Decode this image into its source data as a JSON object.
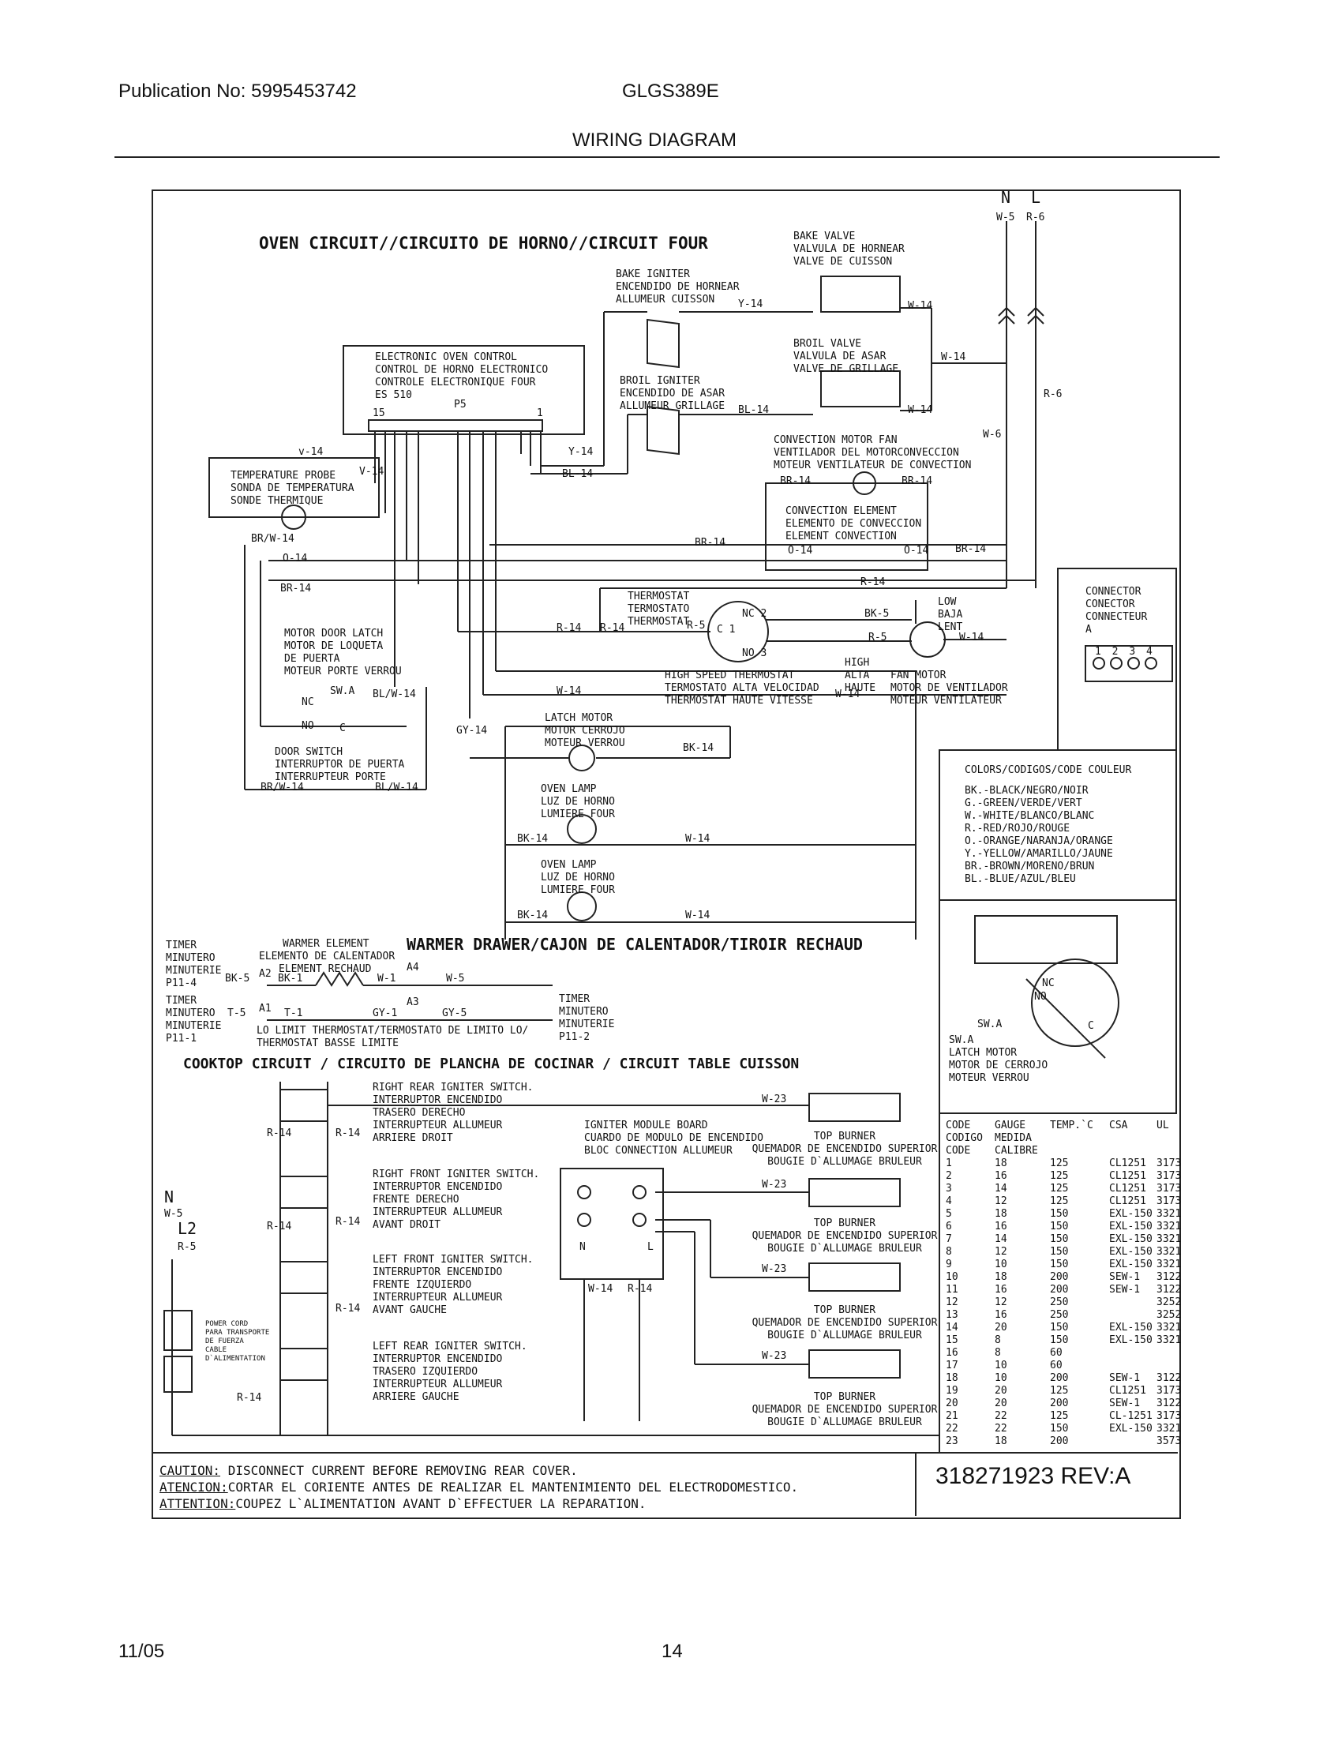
{
  "header": {
    "publication": "Publication No: 5995453742",
    "model": "GLGS389E",
    "title": "WIRING DIAGRAM"
  },
  "footer": {
    "date": "11/05",
    "page": "14"
  },
  "supply": {
    "N": "N",
    "L": "L",
    "n_wire": "W-5",
    "l_wire": "R-6"
  },
  "oven": {
    "title": "OVEN CIRCUIT//CIRCUITO DE HORNO//CIRCUIT FOUR",
    "control": [
      "ELECTRONIC OVEN CONTROL",
      "CONTROL DE HORNO ELECTRONICO",
      "CONTROLE ELECTRONIQUE FOUR",
      "ES 510"
    ],
    "p5": "P5",
    "pin15": "15",
    "pin1": "1",
    "bake_igniter": [
      "BAKE IGNITER",
      "ENCENDIDO DE HORNEAR",
      "ALLUMEUR CUISSON"
    ],
    "bake_valve": [
      "BAKE VALVE",
      "VALVULA DE HORNEAR",
      "VALVE DE CUISSON"
    ],
    "broil_valve": [
      "BROIL VALVE",
      "VALVULA DE ASAR",
      "VALVE DE GRILLAGE"
    ],
    "broil_igniter": [
      "BROIL IGNITER",
      "ENCENDIDO DE ASAR",
      "ALLUMEUR GRILLAGE"
    ],
    "temp_probe": [
      "TEMPERATURE PROBE",
      "SONDA DE TEMPERATURA",
      "SONDE THERMIQUE"
    ],
    "conv_fan": [
      "CONVECTION MOTOR FAN",
      "VENTILADOR DEL MOTORCONVECCION",
      "MOTEUR VENTILATEUR DE CONVECTION"
    ],
    "conv_element": [
      "CONVECTION ELEMENT",
      "ELEMENTO DE CONVECCION",
      "ELEMENT CONVECTION"
    ],
    "thermostat": [
      "THERMOSTAT",
      "TERMOSTATO",
      "THERMOSTAT"
    ],
    "hs_thermostat": [
      "HIGH SPEED THERMOSTAT",
      "TERMOSTATO ALTA VELOCIDAD",
      "THERMOSTAT HAUTE VITESSE"
    ],
    "motor_latch": [
      "MOTOR DOOR LATCH",
      "MOTOR DE LOQUETA",
      "DE PUERTA",
      "MOTEUR PORTE VERROU"
    ],
    "door_switch": [
      "DOOR SWITCH",
      "INTERRUPTOR DE PUERTA",
      "INTERRUPTEUR PORTE"
    ],
    "latch_motor": [
      "LATCH MOTOR",
      "MOTOR CERROJO",
      "MOTEUR VERROU"
    ],
    "oven_lamp": [
      "OVEN LAMP",
      "LUZ DE HORNO",
      "LUMIERE FOUR"
    ],
    "low": [
      "LOW",
      "BAJA",
      "LENT"
    ],
    "high": [
      "HIGH",
      "ALTA",
      "HAUTE"
    ],
    "fan_motor": [
      "FAN MOTOR",
      "MOTOR DE VENTILADOR",
      "MOTEUR VENTILATEUR"
    ],
    "nc": "NC",
    "no": "NO",
    "c": "C",
    "nc2": "NC 2",
    "c1": "C 1",
    "no3": "NO 3",
    "swa": "SW.A"
  },
  "wires": {
    "y14": "Y-14",
    "w14": "W-14",
    "bl14": "BL-14",
    "w6": "W-6",
    "r6": "R-6",
    "v14": "V-14",
    "v14b": "v-14",
    "br14": "BR-14",
    "brw14": "BR/W-14",
    "o14": "O-14",
    "r14": "R-14",
    "r5": "R-5",
    "bk5": "BK-5",
    "blw14": "BL/W-14",
    "gy14": "GY-14",
    "bk14": "BK-14",
    "w23": "W-23",
    "bk1": "BK-1",
    "w1": "W-1",
    "t5": "T-5",
    "t1": "T-1",
    "gy1": "GY-1",
    "gy5": "GY-5",
    "w5": "W-5",
    "a1": "A1",
    "a2": "A2",
    "a3": "A3",
    "a4": "A4"
  },
  "connector": {
    "title": [
      "CONNECTOR",
      "CONECTOR",
      "CONNECTEUR",
      "A"
    ],
    "pins": [
      "1",
      "2",
      "3",
      "4"
    ]
  },
  "colors": {
    "title": "COLORS/CODIGOS/CODE COULEUR",
    "items": [
      "BK.-BLACK/NEGRO/NOIR",
      "G.-GREEN/VERDE/VERT",
      "W.-WHITE/BLANCO/BLANC",
      "R.-RED/ROJO/ROUGE",
      "O.-ORANGE/NARANJA/ORANGE",
      "Y.-YELLOW/AMARILLO/JAUNE",
      "BR.-BROWN/MORENO/BRUN",
      "BL.-BLUE/AZUL/BLEU"
    ]
  },
  "latch_detail": {
    "nc": "NC",
    "no": "NO",
    "c": "C",
    "swa": "SW.A",
    "labels": [
      "SW.A",
      "LATCH MOTOR",
      "MOTOR DE CERROJO",
      "MOTEUR VERROU"
    ]
  },
  "warmer": {
    "title": "WARMER DRAWER/CAJON DE CALENTADOR/TIROIR RECHAUD",
    "timer1": [
      "TIMER",
      "MINUTERO",
      "MINUTERIE",
      "P11-4"
    ],
    "timer2": [
      "TIMER",
      "MINUTERO",
      "MINUTERIE",
      "P11-1"
    ],
    "timer3": [
      "TIMER",
      "MINUTERO",
      "MINUTERIE",
      "P11-2"
    ],
    "element": [
      "WARMER ELEMENT",
      "ELEMENTO DE CALENTADOR",
      "ELEMENT RECHAUD"
    ],
    "limit": [
      "LO LIMIT THERMOSTAT/TERMOSTATO DE LIMITO LO/",
      "THERMOSTAT BASSE LIMITE"
    ]
  },
  "cooktop": {
    "title": "COOKTOP CIRCUIT / CIRCUITO DE PLANCHA DE COCINAR / CIRCUIT TABLE CUISSON",
    "switches": [
      [
        "RIGHT REAR IGNITER SWITCH.",
        "INTERRUPTOR ENCENDIDO",
        "TRASERO DERECHO",
        "INTERRUPTEUR ALLUMEUR",
        "ARRIERE DROIT"
      ],
      [
        "RIGHT FRONT IGNITER SWITCH.",
        "INTERRUPTOR   ENCENDIDO",
        "FRENTE DERECHO",
        "INTERRUPTEUR ALLUMEUR",
        "AVANT DROIT"
      ],
      [
        "LEFT FRONT IGNITER SWITCH.",
        "INTERRUPTOR ENCENDIDO",
        "FRENTE IZQUIERDO",
        "INTERRUPTEUR ALLUMEUR",
        "AVANT GAUCHE"
      ],
      [
        "LEFT REAR IGNITER SWITCH.",
        "INTERRUPTOR ENCENDIDO",
        "TRASERO IZQUIERDO",
        "INTERRUPTEUR ALLUMEUR",
        "ARRIERE GAUCHE"
      ]
    ],
    "module": [
      "IGNITER MODULE BOARD",
      "CUARDO DE MODULO DE ENCENDIDO",
      "BLOC CONNECTION ALLUMEUR"
    ],
    "burner": [
      "TOP BURNER",
      "QUEMADOR DE ENCENDIDO SUPERIOR",
      "BOUGIE D`ALLUMAGE BRULEUR"
    ],
    "n": "N",
    "l": "L",
    "l2": "L2",
    "power_cord": [
      "POWER CORD",
      "PARA TRANSPORTE",
      "DE FUERZA",
      "CABLE",
      "D`ALIMENTATION"
    ]
  },
  "gauge_table": {
    "headers": [
      [
        "CODE",
        "CODIGO",
        "CODE"
      ],
      [
        "GAUGE",
        "MEDIDA",
        "CALIBRE"
      ],
      [
        "TEMP.`C"
      ],
      [
        "CSA"
      ],
      [
        "UL"
      ]
    ],
    "rows": [
      [
        "1",
        "18",
        "125",
        "CL1251",
        "3173"
      ],
      [
        "2",
        "16",
        "125",
        "CL1251",
        "3173"
      ],
      [
        "3",
        "14",
        "125",
        "CL1251",
        "3173"
      ],
      [
        "4",
        "12",
        "125",
        "CL1251",
        "3173"
      ],
      [
        "5",
        "18",
        "150",
        "EXL-150",
        "3321"
      ],
      [
        "6",
        "16",
        "150",
        "EXL-150",
        "3321"
      ],
      [
        "7",
        "14",
        "150",
        "EXL-150",
        "3321"
      ],
      [
        "8",
        "12",
        "150",
        "EXL-150",
        "3321"
      ],
      [
        "9",
        "10",
        "150",
        "EXL-150",
        "3321"
      ],
      [
        "10",
        "18",
        "200",
        "SEW-1",
        "3122"
      ],
      [
        "11",
        "16",
        "200",
        "SEW-1",
        "3122"
      ],
      [
        "12",
        "12",
        "250",
        "",
        "3252"
      ],
      [
        "13",
        "16",
        "250",
        "",
        "3252"
      ],
      [
        "14",
        "20",
        "150",
        "EXL-150",
        "3321"
      ],
      [
        "15",
        "8",
        "150",
        "EXL-150",
        "3321"
      ],
      [
        "16",
        "8",
        "60",
        "",
        ""
      ],
      [
        "17",
        "10",
        "60",
        "",
        ""
      ],
      [
        "18",
        "10",
        "200",
        "SEW-1",
        "3122"
      ],
      [
        "19",
        "20",
        "125",
        "CL1251",
        "3173"
      ],
      [
        "20",
        "20",
        "200",
        "SEW-1",
        "3122"
      ],
      [
        "21",
        "22",
        "125",
        "CL-1251",
        "3173"
      ],
      [
        "22",
        "22",
        "150",
        "EXL-150",
        "3321"
      ],
      [
        "23",
        "18",
        "200",
        "",
        "3573"
      ]
    ]
  },
  "caution": {
    "label1": "CAUTION:",
    "text1": " DISCONNECT CURRENT BEFORE REMOVING REAR COVER.",
    "label2": "ATENCION:",
    "text2": "CORTAR EL CORIENTE ANTES DE REALIZAR EL MANTENIMIENTO DEL ELECTRODOMESTICO.",
    "label3": "ATTENTION:",
    "text3": "COUPEZ L`ALIMENTATION AVANT D`EFFECTUER LA REPARATION.",
    "part": "318271923 REV:A"
  }
}
